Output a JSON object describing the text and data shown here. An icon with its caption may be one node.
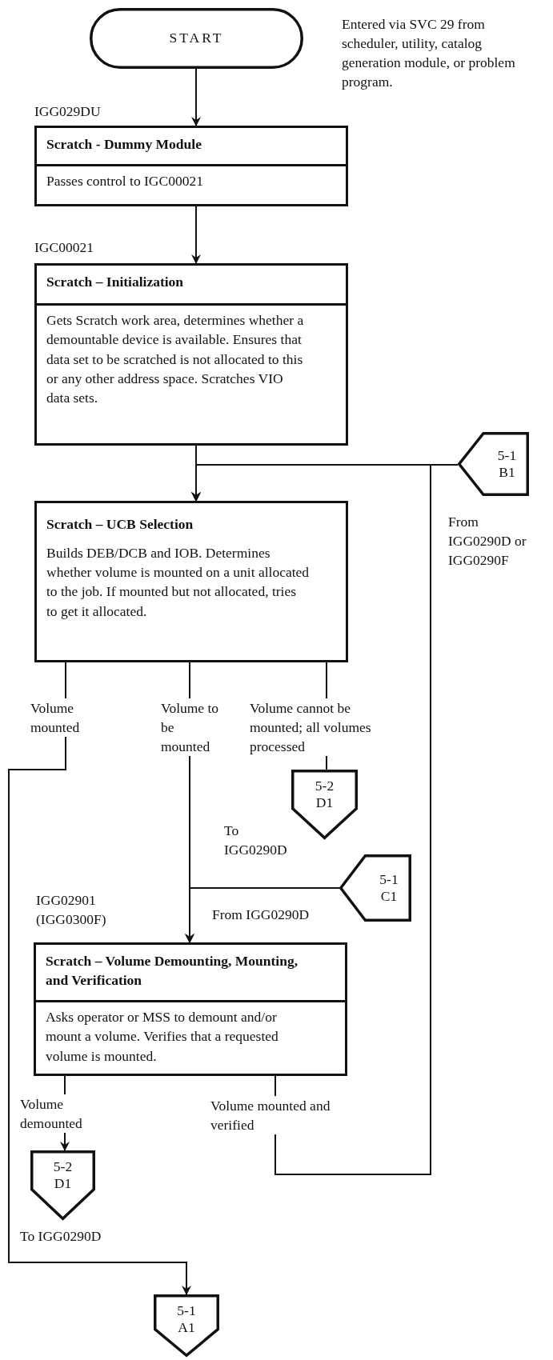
{
  "diagram": {
    "nodes": [
      {
        "text": [
          "START"
        ]
      },
      {
        "text": [
          "Scratch - Dummy Module",
          "Passes control to IGC00021"
        ],
        "beside": [
          "IGG029DU"
        ]
      },
      {
        "text": [
          "Scratch – Initialization",
          "Gets Scratch work area, determines whether a demountable device is available. Ensures that data set to be scratched is not allocated to this or any other address space. Scratches VIO data sets."
        ],
        "beside": [
          "IGC00021"
        ]
      },
      {
        "text": [
          "5-1 B1"
        ],
        "beside": [
          "From IGG0290D or IGG0290F"
        ]
      },
      {
        "text": [
          "Scratch – UCB Selection",
          "Builds DEB/DCB and IOB. Determines whether volume is mounted on a unit allocated to the job. If mounted but not allocated, tries to get it allocated."
        ]
      },
      {
        "text": [
          "5-2 D1"
        ],
        "beside": [
          "To IGG0290D"
        ]
      },
      {
        "text": [
          "5-1 C1"
        ],
        "beside": [
          "From IGG0290D"
        ]
      },
      {
        "text": [
          "Scratch – Volume Demounting, Mounting, and Verification",
          "Asks operator or MSS to demount and/or mount a volume. Verifies that a requested volume is mounted."
        ],
        "beside": [
          "IGG02901 (IGG0300F)"
        ]
      },
      {
        "text": [
          "5-2 D1"
        ],
        "beside": [
          "To IGG0290D"
        ]
      },
      {
        "text": [
          "5-1 A1"
        ]
      }
    ],
    "edges": [
      {
        "from": 0,
        "to": 1,
        "arrow": "to"
      },
      {
        "from": 1,
        "to": 2,
        "arrow": "to"
      },
      {
        "from": 2,
        "to": 4,
        "arrow": "to"
      },
      {
        "from": 3,
        "to": 4,
        "arrow": "to"
      },
      {
        "from": 4,
        "to": 9,
        "arrow": "to",
        "label": "Volume mounted"
      },
      {
        "from": 4,
        "to": 7,
        "arrow": "to",
        "label": "Volume to be mounted"
      },
      {
        "from": 4,
        "to": 5,
        "arrow": "none",
        "label": "Volume cannot be mounted; all volumes processed"
      },
      {
        "from": 6,
        "to": 7,
        "arrow": "to"
      },
      {
        "from": 7,
        "to": 8,
        "arrow": "to",
        "label": "Volume demounted"
      },
      {
        "from": 7,
        "to": 4,
        "arrow": "to",
        "label": "Volume mounted and verified"
      }
    ],
    "labels": [
      "Entered via SVC 29 from scheduler, utility, catalog generation module, or problem program."
    ]
  }
}
